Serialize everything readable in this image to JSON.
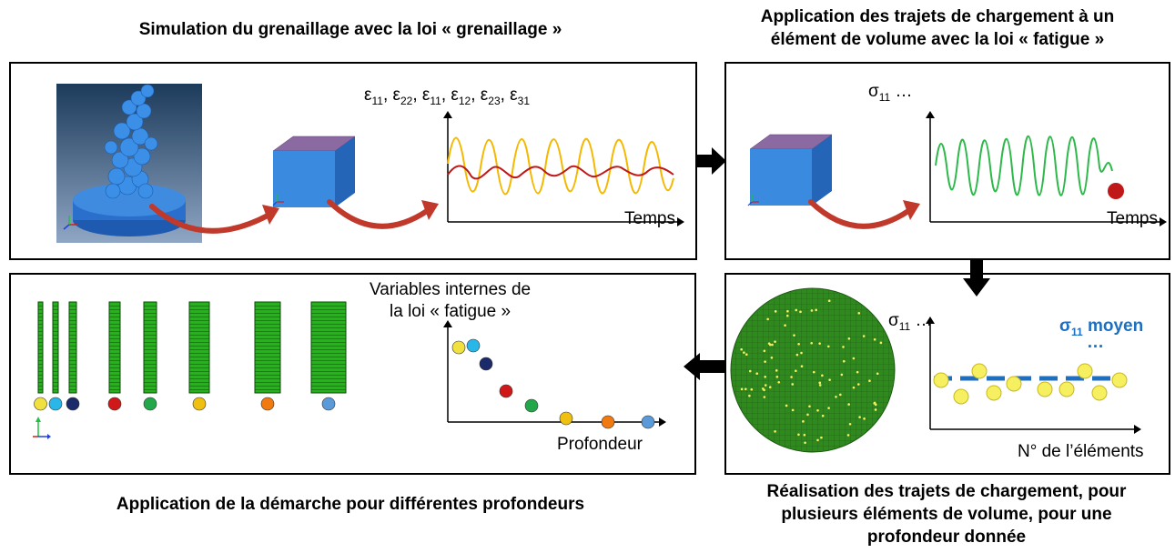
{
  "titles": {
    "top_left": "Simulation du grenaillage avec la loi « grenaillage »",
    "top_right_line1": "Application des trajets de chargement à un",
    "top_right_line2": "élément de volume avec la loi « fatigue »",
    "bottom_left": "Application de la démarche pour différentes profondeurs",
    "bottom_right_line1": "Réalisation des trajets de chargement, pour",
    "bottom_right_line2": "plusieurs éléments de volume, pour une",
    "bottom_right_line3": "profondeur donnée"
  },
  "panel1": {
    "strain_label_text": "ε11, ε22, ε11, ε12, ε23, ε31",
    "x_label": "Temps"
  },
  "panel2": {
    "y_label_text": "σ11 …",
    "x_label": "Temps"
  },
  "panel3": {
    "y_label_text": "σ11 …",
    "mean_label_text": "σ11 moyen",
    "mean_ellipsis": "…",
    "x_label": "N° de l’éléments"
  },
  "panel4": {
    "y_label_line1": "Variables internes de",
    "y_label_line2": "la loi « fatigue »",
    "x_label": "Profondeur"
  },
  "colors": {
    "cube_side": "#2f86d8",
    "cube_top": "#8a6aa0",
    "arrow_red": "#c0392b",
    "yellow_curve": "#f5b800",
    "red_curve": "#c01818",
    "green_curve": "#2db84a",
    "mean_line": "#1f6fc0",
    "mesh_green": "#2f8a1e"
  },
  "depth_balls": [
    "#f0e040",
    "#29b6e8",
    "#1a2a6a",
    "#d01818",
    "#22a84a",
    "#f0c010",
    "#f07a10",
    "#5a9ad8"
  ]
}
